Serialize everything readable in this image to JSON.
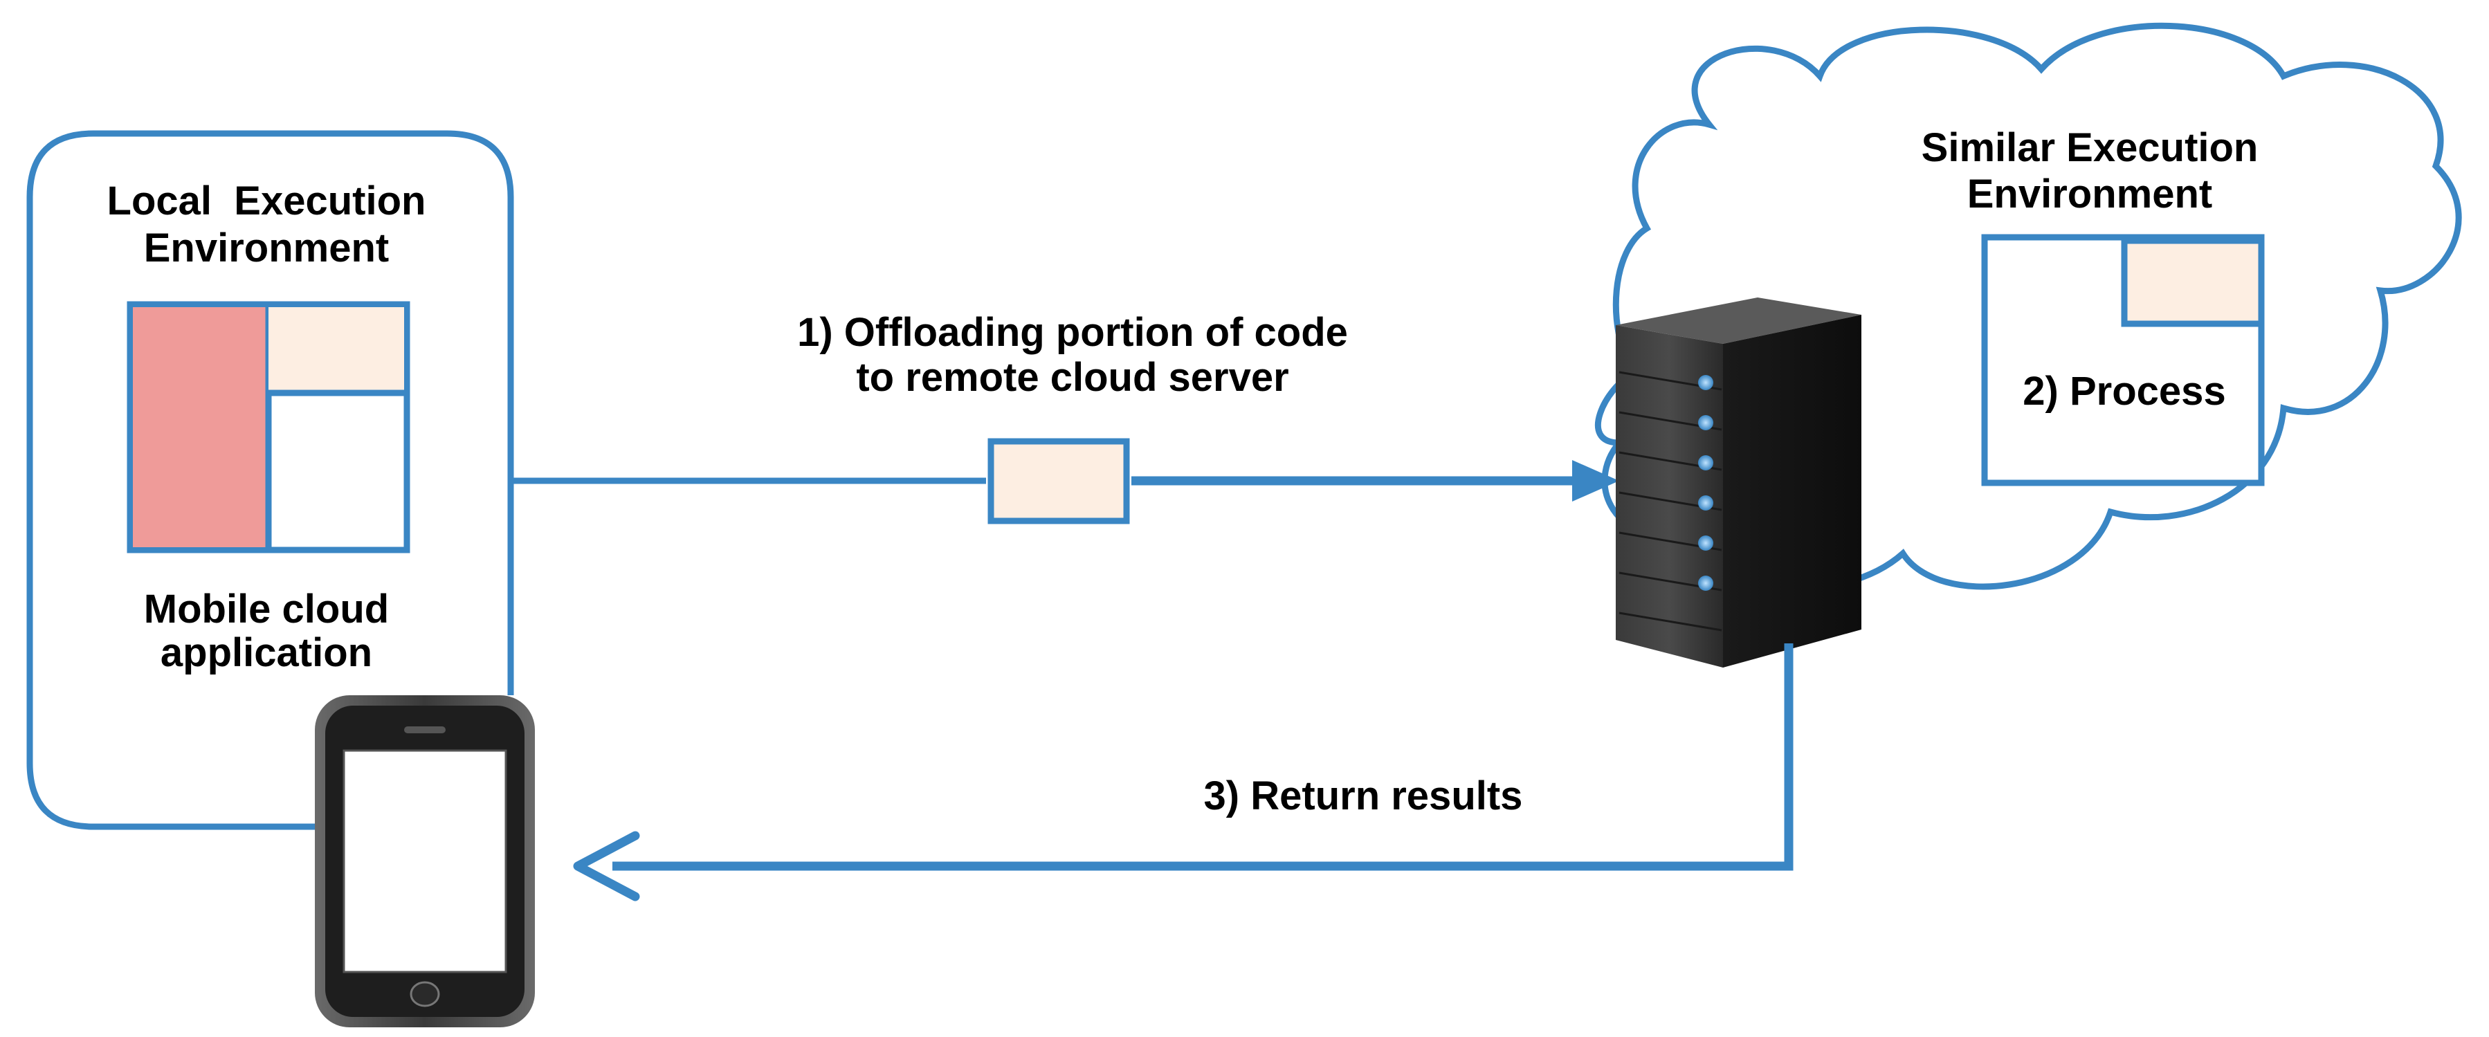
{
  "colors": {
    "line": "#3a86c4",
    "code_block": "#fdeee2",
    "app_block": "#ef9b99",
    "text": "#000000",
    "server_body": "#2e2e2e",
    "server_led": "#63a9d9"
  },
  "local": {
    "title_line1": "Local  Execution",
    "title_line2": "Environment",
    "app_line1": "Mobile cloud",
    "app_line2": "application"
  },
  "cloud": {
    "title_line1": "Similar Execution",
    "title_line2": "Environment",
    "process_label": "2) Process"
  },
  "steps": {
    "offload_line1": "1) Offloading portion of code",
    "offload_line2": "to remote cloud server",
    "return_label": "3) Return results"
  },
  "icons": {
    "server": "server-tower-icon",
    "phone": "smartphone-icon",
    "cloud": "cloud-shape"
  }
}
